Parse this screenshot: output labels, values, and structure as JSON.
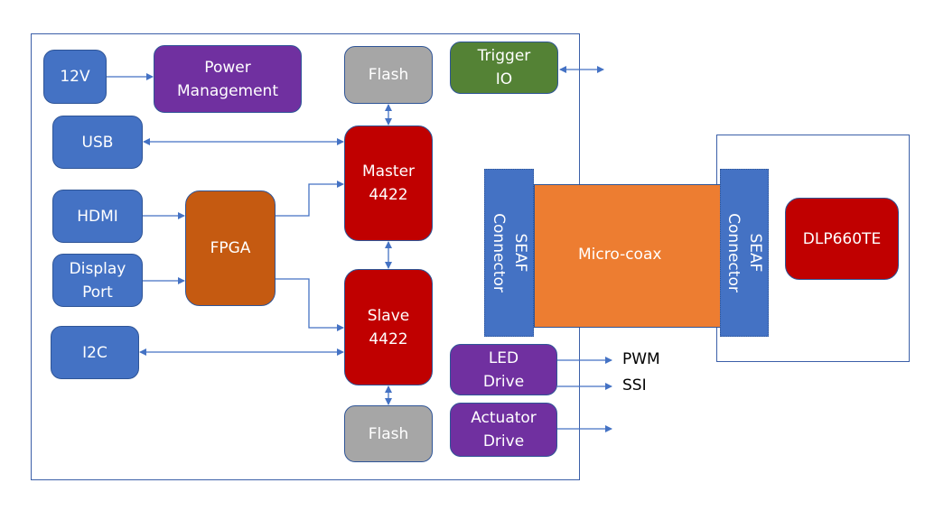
{
  "diagram": {
    "title": "DLP660TE system block diagram",
    "colors": {
      "interface": "#4472c4",
      "power": "#7030a0",
      "memory": "#a6a6a6",
      "trigger": "#548235",
      "controller": "#c00000",
      "fpga": "#c55a11",
      "cable": "#ed7d31",
      "line": "#4472c4"
    },
    "blocks": {
      "v12": "12V",
      "power_management": "Power\nManagement",
      "usb": "USB",
      "hdmi": "HDMI",
      "display_port": "Display\nPort",
      "i2c": "I2C",
      "fpga": "FPGA",
      "flash_top": "Flash",
      "master": "Master\n4422",
      "slave": "Slave\n4422",
      "flash_bottom": "Flash",
      "trigger_io": "Trigger\nIO",
      "led_drive": "LED\nDrive",
      "actuator_drive": "Actuator\nDrive",
      "dlp": "DLP660TE"
    },
    "connectors": {
      "left": "SEAF\nConnector",
      "right": "SEAF\nConnector",
      "cable": "Micro-coax"
    },
    "signals": {
      "pwm": "PWM",
      "ssi": "SSI"
    },
    "connections": [
      {
        "from": "12V",
        "to": "Power Management",
        "type": "arrow"
      },
      {
        "from": "USB",
        "to": "Master 4422",
        "type": "bidirectional"
      },
      {
        "from": "HDMI",
        "to": "FPGA",
        "type": "arrow"
      },
      {
        "from": "Display Port",
        "to": "FPGA",
        "type": "arrow"
      },
      {
        "from": "FPGA",
        "to": "Master 4422",
        "type": "arrow"
      },
      {
        "from": "FPGA",
        "to": "Slave 4422",
        "type": "arrow"
      },
      {
        "from": "I2C",
        "to": "Slave 4422",
        "type": "bidirectional"
      },
      {
        "from": "Flash",
        "to": "Master 4422",
        "type": "bidirectional"
      },
      {
        "from": "Master 4422",
        "to": "Slave 4422",
        "type": "bidirectional"
      },
      {
        "from": "Slave 4422",
        "to": "Flash",
        "type": "bidirectional"
      },
      {
        "from": "Trigger IO",
        "to": "external",
        "type": "bidirectional"
      },
      {
        "from": "LED Drive",
        "to": "PWM",
        "type": "arrow"
      },
      {
        "from": "LED Drive",
        "to": "SSI",
        "type": "arrow"
      },
      {
        "from": "Actuator Drive",
        "to": "external",
        "type": "arrow"
      }
    ]
  }
}
